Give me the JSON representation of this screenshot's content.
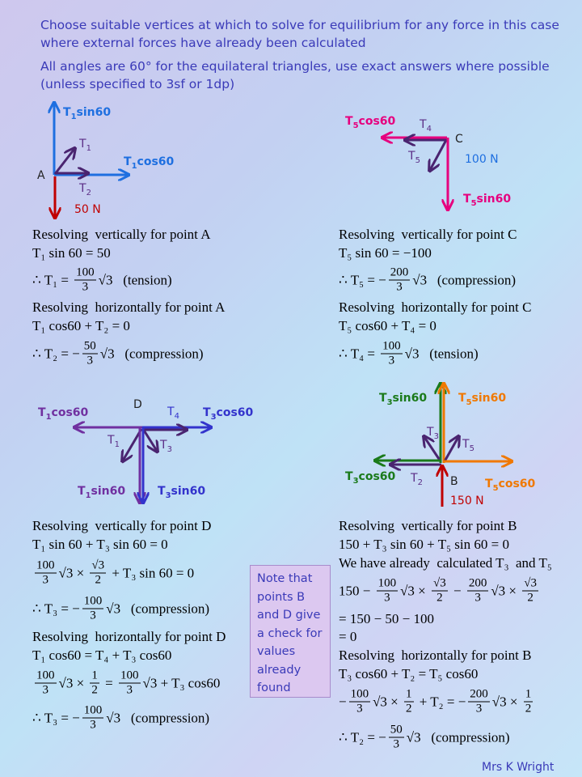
{
  "header": {
    "line1": "Choose suitable vertices at which to solve for equilibrium for any force in this case where external forces have already been calculated",
    "line2": "All angles are 60° for the equilateral triangles, use exact answers where possible (unless specified to 3sf or 1dp)"
  },
  "colors": {
    "title": "#3a3ab8",
    "blue": "#1e6fe0",
    "purple": "#5b2d86",
    "red": "#c00000",
    "pink": "#e6007e",
    "green": "#1a7a1a",
    "orange": "#f07800",
    "indigo": "#3333cc"
  },
  "diagram_a": {
    "t1sin": {
      "t": "T",
      "s": "1",
      "r": "sin60"
    },
    "t1": {
      "t": "T",
      "s": "1"
    },
    "t1cos": {
      "t": "T",
      "s": "1",
      "r": "cos60"
    },
    "point": "A",
    "t2": {
      "t": "T",
      "s": "2"
    },
    "load": "50 N"
  },
  "diagram_c": {
    "t5cos": {
      "t": "T",
      "s": "5",
      "r": "cos60"
    },
    "t4": {
      "t": "T",
      "s": "4"
    },
    "point": "C",
    "t5": {
      "t": "T",
      "s": "5"
    },
    "load": "100 N",
    "t5sin": {
      "t": "T",
      "s": "5",
      "r": "sin60"
    }
  },
  "diagram_d": {
    "t1cos": {
      "t": "T",
      "s": "1",
      "r": "cos60"
    },
    "point": "D",
    "t4": {
      "t": "T",
      "s": "4"
    },
    "t3cos": {
      "t": "T",
      "s": "3",
      "r": "cos60"
    },
    "t1": {
      "t": "T",
      "s": "1"
    },
    "t3": {
      "t": "T",
      "s": "3"
    },
    "t1sin": {
      "t": "T",
      "s": "1",
      "r": "sin60"
    },
    "t3sin": {
      "t": "T",
      "s": "3",
      "r": "sin60"
    }
  },
  "diagram_b": {
    "t3sin": {
      "t": "T",
      "s": "3",
      "r": "sin60"
    },
    "t5sin": {
      "t": "T",
      "s": "5",
      "r": "sin60"
    },
    "t3": {
      "t": "T",
      "s": "3"
    },
    "t5": {
      "t": "T",
      "s": "5"
    },
    "t3cos": {
      "t": "T",
      "s": "3",
      "r": "cos60"
    },
    "t2": {
      "t": "T",
      "s": "2"
    },
    "point": "B",
    "t5cos": {
      "t": "T",
      "s": "5",
      "r": "cos60"
    },
    "load": "150 N"
  },
  "working": {
    "a": [
      [
        "Resolving  vertically for point A"
      ],
      [
        "T₁ sin 60 = 50"
      ],
      [
        "∴ T₁ = ",
        {
          "n": "100",
          "d": "3"
        },
        "√3   (tension)"
      ],
      [
        "Resolving  horizontally for point A"
      ],
      [
        "T₁ cos60 + T₂ = 0"
      ],
      [
        "∴ T₂ = −",
        {
          "n": "50",
          "d": "3"
        },
        "√3   (compression)"
      ]
    ],
    "c": [
      [
        "Resolving  vertically for point C"
      ],
      [
        "T₅ sin 60 = −100"
      ],
      [
        "∴ T₅ = −",
        {
          "n": "200",
          "d": "3"
        },
        "√3   (compression)"
      ],
      [
        "Resolving  horizontally for point C"
      ],
      [
        "T₅ cos60 + T₄ = 0"
      ],
      [
        "∴ T₄ = ",
        {
          "n": "100",
          "d": "3"
        },
        "√3   (tension)"
      ]
    ],
    "d": [
      [
        "Resolving  vertically for point D"
      ],
      [
        "T₁ sin 60 + T₃ sin 60 = 0"
      ],
      [
        {
          "n": "100",
          "d": "3"
        },
        "√3 × ",
        {
          "n": "√3",
          "d": "2"
        },
        " + T₃ sin 60 = 0"
      ],
      [
        "∴ T₃ = −",
        {
          "n": "100",
          "d": "3"
        },
        "√3   (compression)"
      ],
      [
        "Resolving  horizontally for point D"
      ],
      [
        "T₁ cos60 = T₄ + T₃ cos60"
      ],
      [
        {
          "n": "100",
          "d": "3"
        },
        "√3 × ",
        {
          "n": "1",
          "d": "2"
        },
        " = ",
        {
          "n": "100",
          "d": "3"
        },
        "√3 + T₃ cos60"
      ],
      [
        "∴ T₃ = −",
        {
          "n": "100",
          "d": "3"
        },
        "√3   (compression)"
      ]
    ],
    "b": [
      [
        "Resolving  vertically for point B"
      ],
      [
        "150 + T₃ sin 60 + T₅ sin 60 = 0"
      ],
      [
        "We have already  calculated T₃  and T₅"
      ],
      [
        "150 − ",
        {
          "n": "100",
          "d": "3"
        },
        "√3 × ",
        {
          "n": "√3",
          "d": "2"
        },
        " − ",
        {
          "n": "200",
          "d": "3"
        },
        "√3 × ",
        {
          "n": "√3",
          "d": "2"
        }
      ],
      [
        "= 150 − 50 − 100"
      ],
      [
        "= 0"
      ],
      [
        "Resolving  horizontally for point B"
      ],
      [
        "T₃ cos60 + T₂ = T₅ cos60"
      ],
      [
        "−",
        {
          "n": "100",
          "d": "3"
        },
        "√3 × ",
        {
          "n": "1",
          "d": "2"
        },
        " + T₂ = −",
        {
          "n": "200",
          "d": "3"
        },
        "√3 × ",
        {
          "n": "1",
          "d": "2"
        }
      ],
      [
        "∴ T₂ = −",
        {
          "n": "50",
          "d": "3"
        },
        "√3   (compression)"
      ]
    ]
  },
  "note": "Note that points B and D give a check for values already found",
  "footer": "Mrs K Wright"
}
